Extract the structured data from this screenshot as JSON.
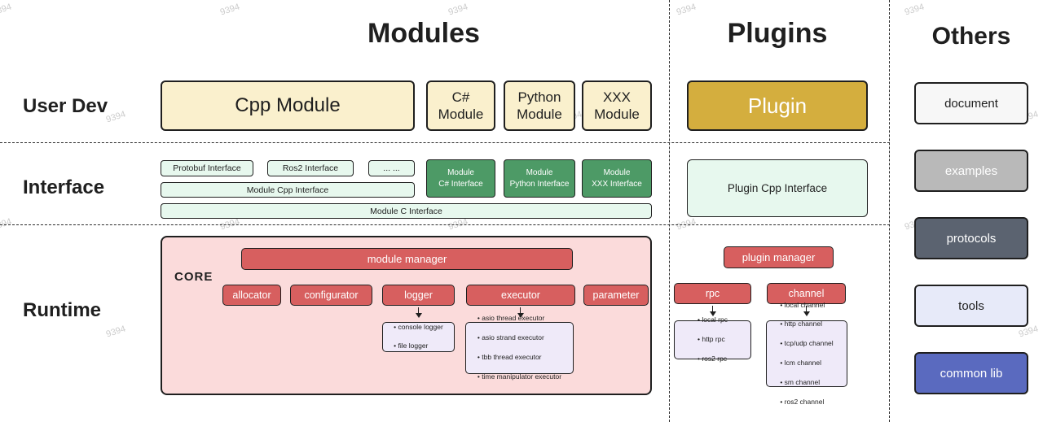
{
  "watermark": "9394",
  "headers": {
    "modules": "Modules",
    "plugins": "Plugins",
    "others": "Others"
  },
  "rows": {
    "user_dev": "User Dev",
    "interface": "Interface",
    "runtime": "Runtime"
  },
  "modules": {
    "cpp_module": "Cpp Module",
    "csharp_module": "C#\nModule",
    "python_module": "Python\nModule",
    "xxx_module": "XXX\nModule",
    "interfaces": {
      "protobuf": "Protobuf Interface",
      "ros2": "Ros2 Interface",
      "ellipsis": "... ...",
      "module_cpp": "Module Cpp Interface",
      "module_c": "Module C Interface",
      "module_csharp": "Module\nC# Interface",
      "module_python": "Module\nPython Interface",
      "module_xxx": "Module\nXXX Interface"
    }
  },
  "plugins": {
    "plugin": "Plugin",
    "plugin_cpp_interface": "Plugin Cpp Interface"
  },
  "runtime": {
    "core_label": "CORE",
    "module_manager": "module manager",
    "plugin_manager": "plugin manager",
    "components": {
      "allocator": "allocator",
      "configurator": "configurator",
      "logger": "logger",
      "executor": "executor",
      "parameter": "parameter",
      "rpc": "rpc",
      "channel": "channel"
    },
    "logger_items": [
      "console logger",
      "file logger"
    ],
    "executor_items": [
      "asio thread executor",
      "asio strand executor",
      "tbb thread executor",
      "time manipulator executor"
    ],
    "rpc_items": [
      "local rpc",
      "http rpc",
      "ros2 rpc"
    ],
    "channel_items": [
      "local channel",
      "http channel",
      "tcp/udp channel",
      "lcm channel",
      "sm channel",
      "ros2 channel"
    ]
  },
  "others": {
    "document": "document",
    "examples": "examples",
    "protocols": "protocols",
    "tools": "tools",
    "common_lib": "common lib"
  },
  "colors": {
    "cream": "#FAF0CD",
    "gold": "#D4AE3E",
    "mint_light": "#E7F8EE",
    "green": "#4D9A66",
    "pink": "#FBDBDB",
    "red": "#D75F5F",
    "lavender": "#EFEAF9",
    "others_document": "#F7F7F7",
    "others_examples": "#B9B9B9",
    "others_protocols": "#5B6370",
    "others_tools": "#E7EAF9",
    "others_common_lib": "#5A6ABF"
  }
}
